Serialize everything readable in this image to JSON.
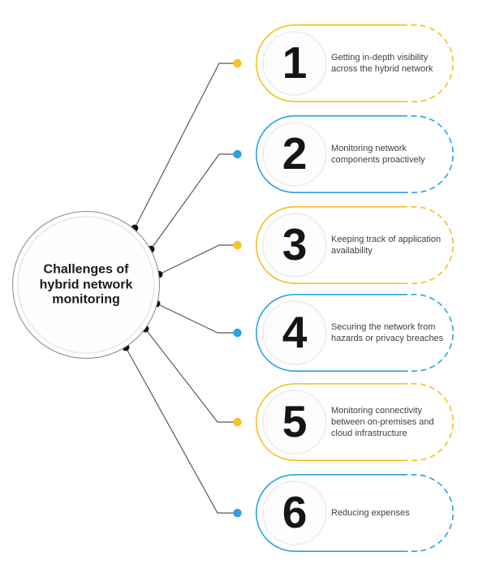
{
  "hub": {
    "title": "Challenges of\nhybrid network\nmonitoring"
  },
  "colors": {
    "line": "#59595c",
    "node": "#121212",
    "yellow": "#f6c122",
    "blue": "#2aa3e0"
  },
  "items": [
    {
      "number": "1",
      "text": "Getting in-depth visibility across the hybrid network",
      "accent": "#f6c122"
    },
    {
      "number": "2",
      "text": "Monitoring network components proactively",
      "accent": "#2aa3e0"
    },
    {
      "number": "3",
      "text": "Keeping track of application availability",
      "accent": "#f6c122"
    },
    {
      "number": "4",
      "text": "Securing the network from hazards or privacy breaches",
      "accent": "#2aa3e0"
    },
    {
      "number": "5",
      "text": "Monitoring connectivity between on-premises and cloud infrastructure",
      "accent": "#f6c122"
    },
    {
      "number": "6",
      "text": "Reducing expenses",
      "accent": "#2aa3e0"
    }
  ]
}
